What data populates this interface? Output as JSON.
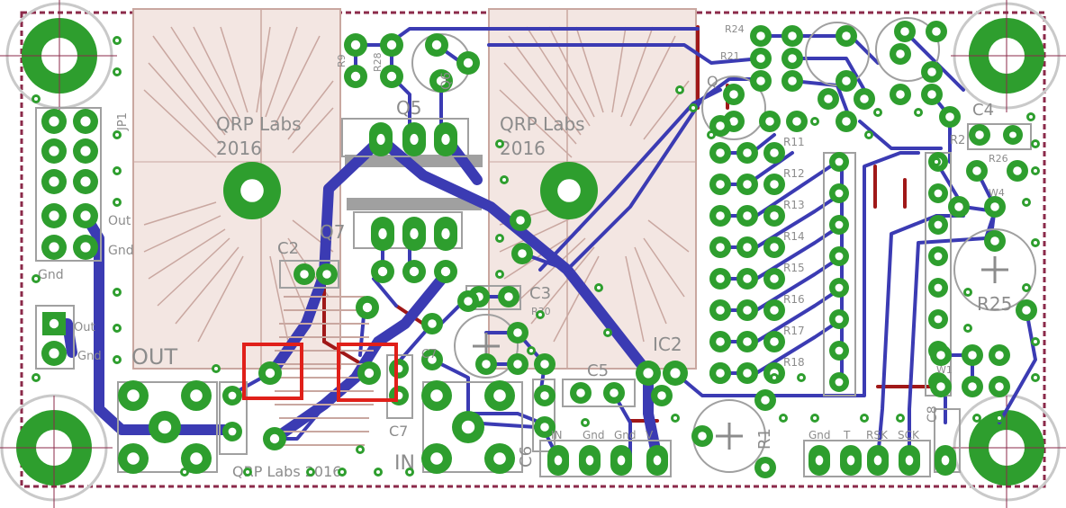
{
  "colors": {
    "background": "#ffffff",
    "board_outline": "#8b2a4a",
    "pad": "#2e9e2e",
    "pad_hole": "#ffffff",
    "trace_top": "#3b3bb3",
    "trace_bottom": "#a01818",
    "silk_outline": "#c9a7a0",
    "silk_fill": "#f3e6e2",
    "label_text": "#8c8c8c",
    "highlight": "#e0201a",
    "heatsink_bar": "#a0a0a0",
    "mount_ring": "#c9c9c9"
  },
  "brand": {
    "left_heatsink": [
      "QRP Labs",
      "2016"
    ],
    "right_heatsink": [
      "QRP Labs",
      "2016"
    ],
    "bottom": "QRP Labs 2016"
  },
  "labels": {
    "out": "OUT",
    "in": "IN",
    "q5": "Q5",
    "q6": "Q6",
    "q7": "Q7",
    "ic2": "IC2",
    "c2": "C2",
    "c3": "C3",
    "c4": "C4",
    "c5": "C5",
    "c6": "C6",
    "c7_a": "C7",
    "c7_b": "C7",
    "c8": "C8",
    "r1": "R1",
    "r2": "R2",
    "r9": "R9",
    "r21": "R21",
    "r24": "R24",
    "r25": "R25",
    "r26": "R26",
    "r28": "R28",
    "r30": "R30",
    "w1": "W1",
    "w4": "W4",
    "jp1": "JP1",
    "out_hdr": "Out",
    "gnd_hdr": "Gnd",
    "gnd_hdr2": "Gnd",
    "out_pad": "Out",
    "gnd_pad": "Gnd",
    "resistor_column": [
      "R11",
      "R12",
      "R13",
      "R14",
      "R15",
      "R16",
      "R17",
      "R18"
    ],
    "bottom_header_left": [
      "IN",
      "Gnd",
      "Gnd",
      "V"
    ],
    "bottom_header_right": [
      "Gnd",
      "T",
      "RSK",
      "SCK"
    ]
  }
}
